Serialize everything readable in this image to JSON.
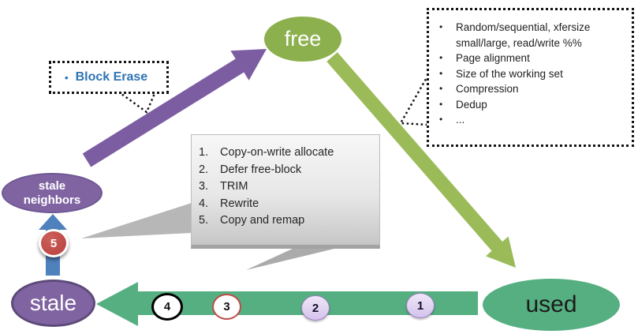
{
  "colors": {
    "free_green": "#8DB04E",
    "olive_arrow": "#9BBB59",
    "used_green": "#55AF81",
    "purple": "#8064A2",
    "purple_arrow": "#7C5DA2",
    "steel_blue_arrow": "#4F81BD",
    "red_marker": "#BE4B48",
    "lavender_marker": "#DCC9EE",
    "callout_blue_text": "#2E74B5"
  },
  "nodes": {
    "free": "free",
    "used": "used",
    "stale": "stale",
    "stale_neighbors": "stale neighbors"
  },
  "block_erase_callout": {
    "bullet": "•",
    "label": "Block Erase"
  },
  "workload_callout": {
    "bullet": "•",
    "items": [
      "Random/sequential, xfersize small/large, read/write %%",
      "Page alignment",
      "Size of the working set",
      "Compression",
      "Dedup",
      "..."
    ]
  },
  "mechanism_callout": {
    "items": [
      {
        "num": "1.",
        "text": "Copy-on-write allocate"
      },
      {
        "num": "2.",
        "text": "Defer free-block"
      },
      {
        "num": "3.",
        "text": "TRIM"
      },
      {
        "num": "4.",
        "text": "Rewrite"
      },
      {
        "num": "5.",
        "text": "Copy and remap"
      }
    ]
  },
  "markers": {
    "step1": "1",
    "step2": "2",
    "step3": "3",
    "step4": "4",
    "step5": "5"
  }
}
